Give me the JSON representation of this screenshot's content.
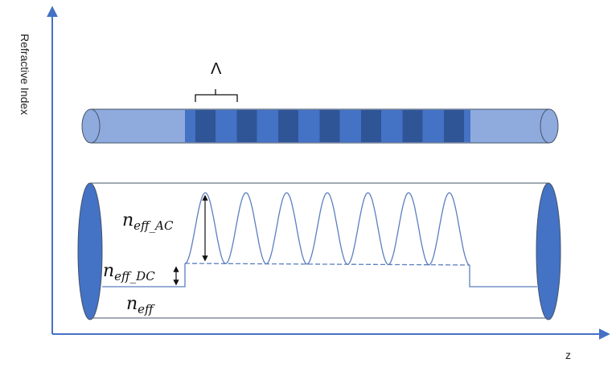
{
  "axes": {
    "y_label": "Refractive Index",
    "x_label": "z"
  },
  "grating": {
    "period_symbol": "Λ",
    "stripe_count": 7
  },
  "profile": {
    "peak_count": 7,
    "labels": {
      "n_eff_ac": {
        "base": "n",
        "sub": "eff_AC"
      },
      "n_eff_dc": {
        "base": "n",
        "sub": "eff_DC"
      },
      "n_eff": {
        "base": "n",
        "sub": "eff"
      }
    }
  },
  "colors": {
    "axis": "#4472c4",
    "fiber_light": "#8faadc",
    "fiber_medium": "#4472c4",
    "fiber_dark": "#2f5597",
    "outline": "#44546a",
    "curve": "#5b7fbf",
    "end_cap": "#4472c4"
  }
}
